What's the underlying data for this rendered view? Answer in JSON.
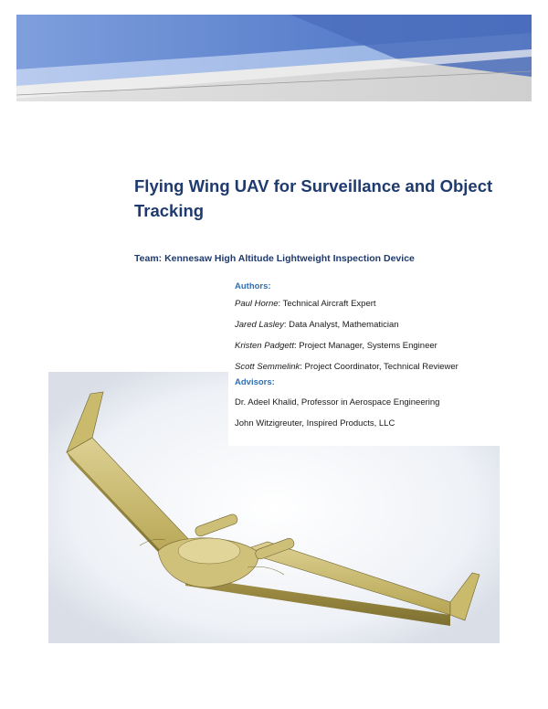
{
  "document": {
    "title_line1": "Flying Wing UAV for Surveillance and Object",
    "title_line2": "Tracking",
    "team": "Team: Kennesaw High Altitude Lightweight Inspection Device",
    "authors_heading": "Authors:",
    "authors": [
      {
        "name": "Paul Horne",
        "role": ": Technical Aircraft Expert"
      },
      {
        "name": "Jared Lasley",
        "role": ": Data Analyst, Mathematician"
      },
      {
        "name": "Kristen Padgett",
        "role": ": Project Manager, Systems Engineer"
      },
      {
        "name": "Scott Semmelink",
        "role": ": Project Coordinator, Technical Reviewer"
      }
    ],
    "advisors_heading": "Advisors:",
    "advisors": [
      "Dr. Adeel Khalid, Professor in Aerospace Engineering",
      "John Witzigreuter, Inspired Products, LLC"
    ]
  },
  "colors": {
    "title": "#1f3a6e",
    "section_heading": "#2e6fb5",
    "banner_dark": "#4a6fbe",
    "banner_light": "#a9bee6",
    "banner_grey": "#d6d6d6",
    "aircraft": "#c8b970"
  }
}
